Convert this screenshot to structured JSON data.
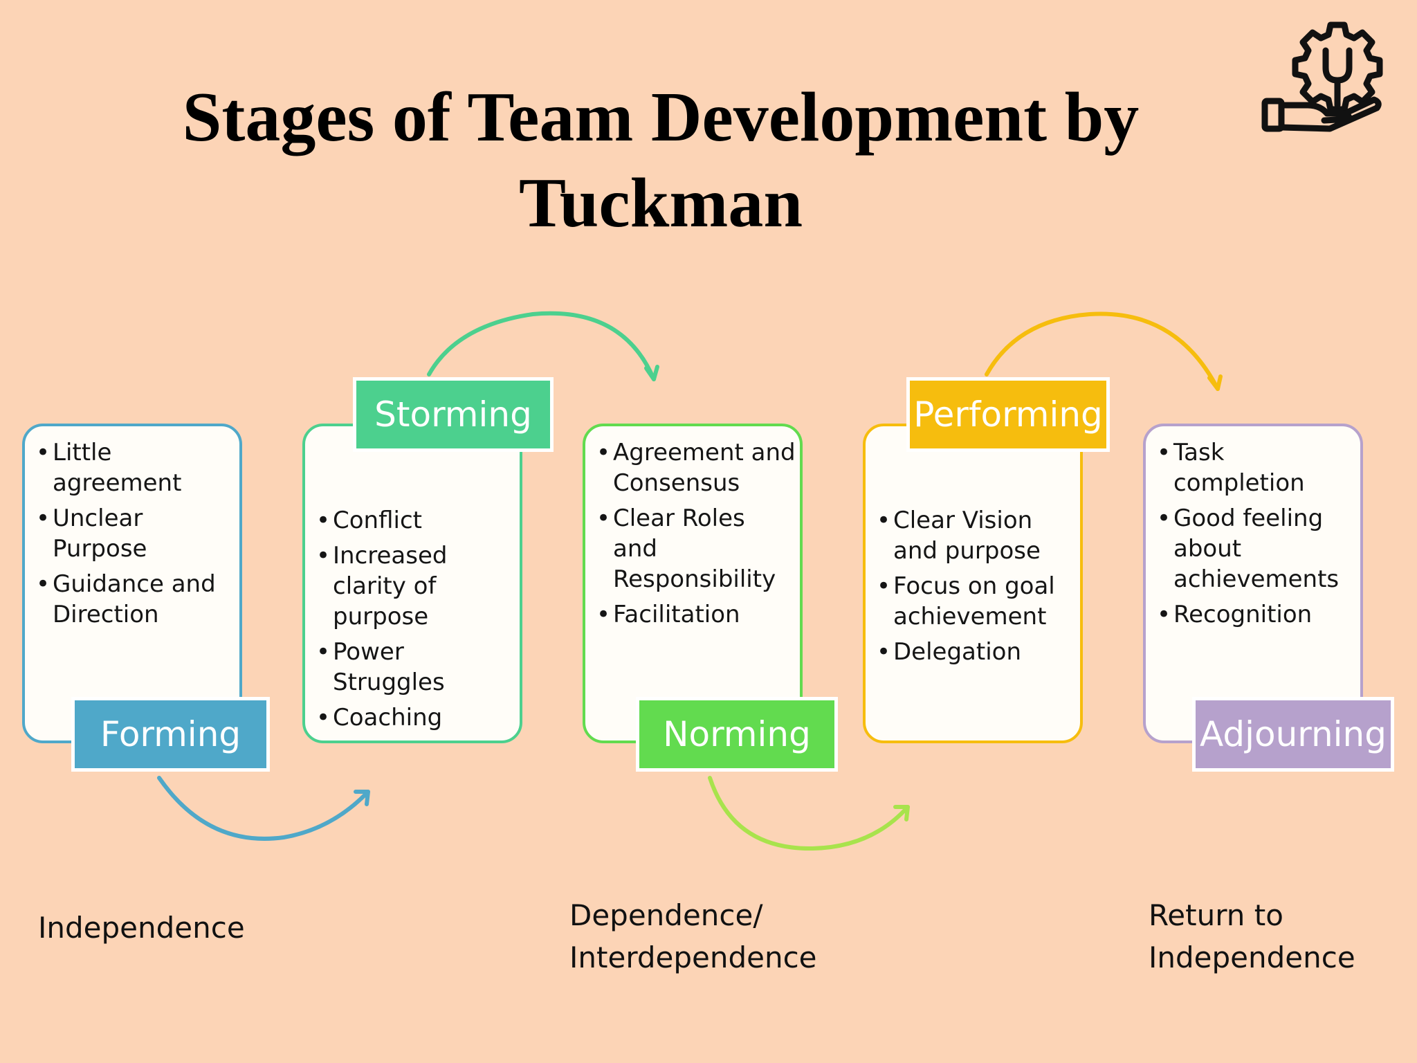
{
  "title": "Stages of Team Development by Tuckman",
  "logo_icon": "gear-wrench-hand-icon",
  "colors": {
    "background": "#fcd4b6",
    "forming": "#4fa8c9",
    "storming": "#4cd08e",
    "norming": "#62db4f",
    "performing": "#f6bd0e",
    "adjourning": "#b6a1cc"
  },
  "stages": [
    {
      "name": "Forming",
      "items": [
        "Little agreement",
        "Unclear Purpose",
        "Guidance and Direction"
      ]
    },
    {
      "name": "Storming",
      "items": [
        "Conflict",
        "Increased clarity of purpose",
        "Power Struggles",
        "Coaching"
      ]
    },
    {
      "name": "Norming",
      "items": [
        "Agreement and Consensus",
        "Clear Roles and Responsibility",
        "Facilitation"
      ]
    },
    {
      "name": "Performing",
      "items": [
        "Clear Vision and purpose",
        "Focus on goal achievement",
        "Delegation"
      ]
    },
    {
      "name": "Adjourning",
      "items": [
        "Task completion",
        "Good feeling about achievements",
        "Recognition"
      ]
    }
  ],
  "relations": {
    "independence": "Independence",
    "dependence_line1": "Dependence/",
    "dependence_line2": "Interdependence",
    "return_line1": "Return to",
    "return_line2": "Independence"
  }
}
